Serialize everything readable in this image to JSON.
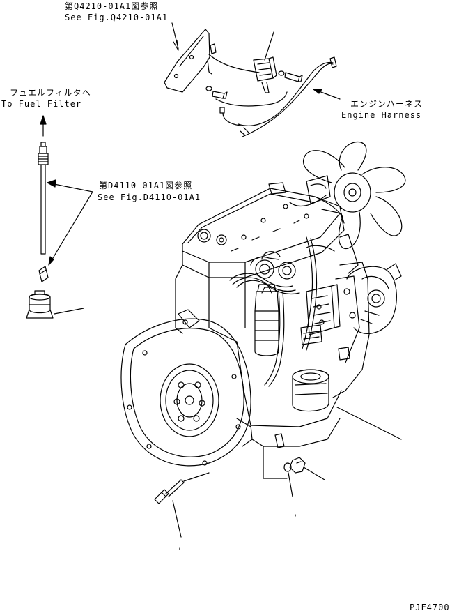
{
  "labels": {
    "ref_q4210_jp": "第Q4210-01A1図参照",
    "ref_q4210_en": "See Fig.Q4210-01A1",
    "fuel_filter_jp": "フュエルフィルタへ",
    "fuel_filter_en": "To Fuel Filter",
    "harness_jp": "エンジンハーネス",
    "harness_en": "Engine Harness",
    "ref_d4110_jp": "第D4110-01A1図参照",
    "ref_d4110_en": "See Fig.D4110-01A1",
    "drawing_code": "PJF4700"
  }
}
